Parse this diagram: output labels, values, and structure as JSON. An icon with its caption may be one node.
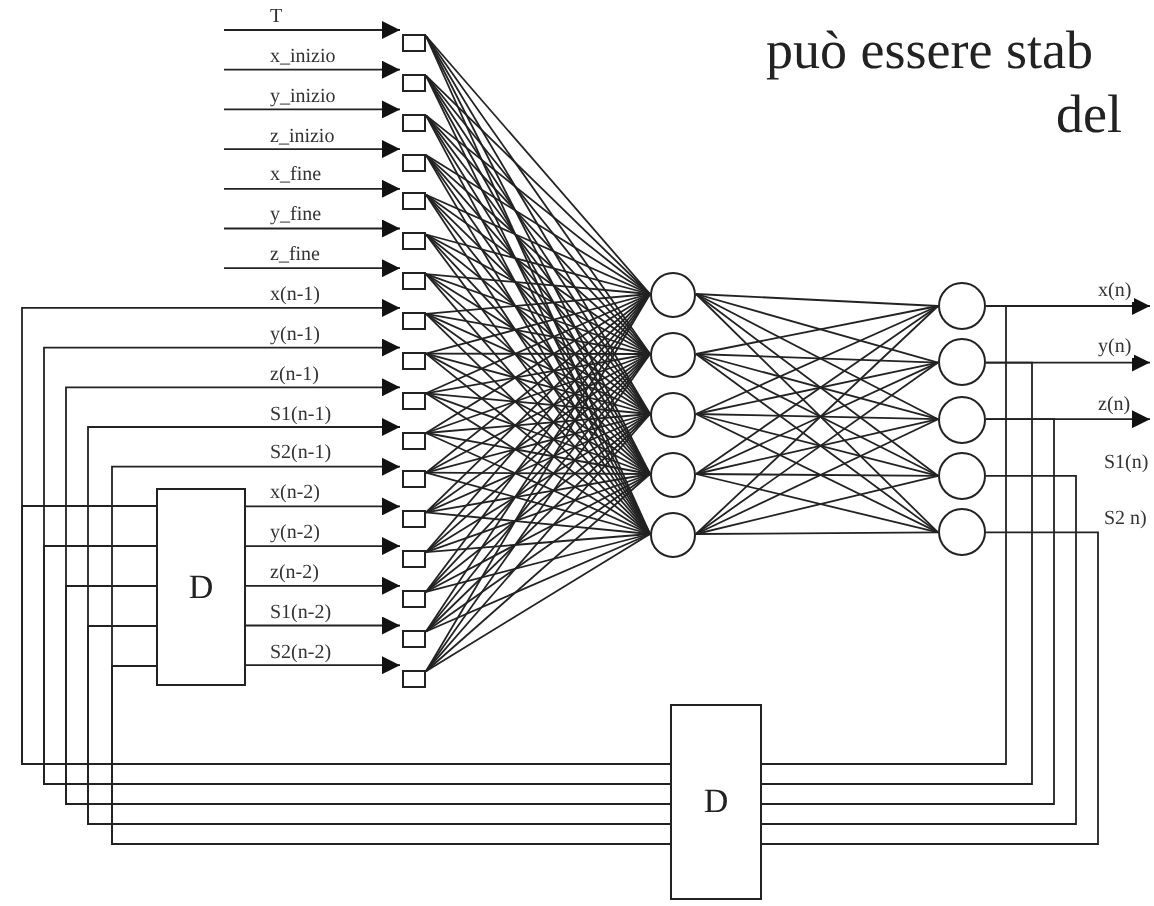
{
  "diagram": {
    "nodes": [
      {
        "text": [],
        "shape": "box"
      },
      {
        "text": [],
        "shape": "box"
      },
      {
        "text": [],
        "shape": "box"
      },
      {
        "text": [],
        "shape": "box"
      },
      {
        "text": [],
        "shape": "box"
      },
      {
        "text": [],
        "shape": "box"
      },
      {
        "text": [],
        "shape": "box"
      },
      {
        "text": [],
        "shape": "box"
      },
      {
        "text": [],
        "shape": "box"
      },
      {
        "text": [],
        "shape": "box"
      },
      {
        "text": [],
        "shape": "box"
      },
      {
        "text": [],
        "shape": "box"
      },
      {
        "text": [],
        "shape": "box"
      },
      {
        "text": [],
        "shape": "box"
      },
      {
        "text": [],
        "shape": "box"
      },
      {
        "text": [],
        "shape": "box"
      },
      {
        "text": [],
        "shape": "box"
      },
      {
        "text": [
          "D"
        ]
      },
      {
        "text": [],
        "shape": "circle"
      },
      {
        "text": [],
        "shape": "circle"
      },
      {
        "text": [],
        "shape": "circle"
      },
      {
        "text": [],
        "shape": "circle"
      },
      {
        "text": [],
        "shape": "circle"
      },
      {
        "text": [],
        "shape": "circle"
      },
      {
        "text": [],
        "shape": "circle"
      },
      {
        "text": [],
        "shape": "circle"
      },
      {
        "text": [],
        "shape": "circle"
      },
      {
        "text": [],
        "shape": "circle"
      },
      {
        "text": [
          "D"
        ]
      }
    ],
    "edges": [
      {
        "from": null,
        "to": 0,
        "arrow": "to",
        "label": "T"
      },
      {
        "from": null,
        "to": 1,
        "arrow": "to",
        "label": "x_inizio"
      },
      {
        "from": null,
        "to": 2,
        "arrow": "to",
        "label": "y_inizio"
      },
      {
        "from": null,
        "to": 3,
        "arrow": "to",
        "label": "z_inizio"
      },
      {
        "from": null,
        "to": 4,
        "arrow": "to",
        "label": "x_fine"
      },
      {
        "from": null,
        "to": 5,
        "arrow": "to",
        "label": "y_fine"
      },
      {
        "from": null,
        "to": 6,
        "arrow": "to",
        "label": "z_fine"
      },
      {
        "from": 28,
        "to": 7,
        "arrow": "to",
        "label": "x(n-1)"
      },
      {
        "from": 28,
        "to": 8,
        "arrow": "to",
        "label": "y(n-1)"
      },
      {
        "from": 28,
        "to": 9,
        "arrow": "to",
        "label": "z(n-1)"
      },
      {
        "from": 28,
        "to": 10,
        "arrow": "to",
        "label": "S1(n-1)"
      },
      {
        "from": 28,
        "to": 11,
        "arrow": "to",
        "label": "S2(n-1)"
      },
      {
        "from": 17,
        "to": 12,
        "arrow": "to",
        "label": "x(n-2)"
      },
      {
        "from": 17,
        "to": 13,
        "arrow": "to",
        "label": "y(n-2)"
      },
      {
        "from": 17,
        "to": 14,
        "arrow": "to",
        "label": "z(n-2)"
      },
      {
        "from": 17,
        "to": 15,
        "arrow": "to",
        "label": "S1(n-2)"
      },
      {
        "from": 17,
        "to": 16,
        "arrow": "to",
        "label": "S2(n-2)"
      },
      {
        "from": 28,
        "to": 17,
        "arrow": "none"
      },
      {
        "from": 28,
        "to": 17,
        "arrow": "none"
      },
      {
        "from": 28,
        "to": 17,
        "arrow": "none"
      },
      {
        "from": 28,
        "to": 17,
        "arrow": "none"
      },
      {
        "from": 28,
        "to": 17,
        "arrow": "none"
      },
      {
        "from": 23,
        "to": null,
        "arrow": "to",
        "label": "x(n)"
      },
      {
        "from": 24,
        "to": null,
        "arrow": "to",
        "label": "y(n)"
      },
      {
        "from": 25,
        "to": null,
        "arrow": "to",
        "label": "z(n)"
      },
      {
        "from": 23,
        "to": 28,
        "arrow": "none"
      },
      {
        "from": 24,
        "to": 28,
        "arrow": "none"
      },
      {
        "from": 25,
        "to": 28,
        "arrow": "none"
      },
      {
        "from": 26,
        "to": 28,
        "arrow": "none",
        "label": "S1(n)"
      },
      {
        "from": 27,
        "to": 28,
        "arrow": "none",
        "label": "S2 n)"
      },
      {
        "from": 0,
        "to": 18,
        "arrow": "none"
      },
      {
        "from": 0,
        "to": 19,
        "arrow": "none"
      },
      {
        "from": 0,
        "to": 20,
        "arrow": "none"
      },
      {
        "from": 0,
        "to": 21,
        "arrow": "none"
      },
      {
        "from": 0,
        "to": 22,
        "arrow": "none"
      },
      {
        "from": 1,
        "to": 18,
        "arrow": "none"
      },
      {
        "from": 1,
        "to": 19,
        "arrow": "none"
      },
      {
        "from": 1,
        "to": 20,
        "arrow": "none"
      },
      {
        "from": 1,
        "to": 21,
        "arrow": "none"
      },
      {
        "from": 1,
        "to": 22,
        "arrow": "none"
      },
      {
        "from": 2,
        "to": 18,
        "arrow": "none"
      },
      {
        "from": 2,
        "to": 19,
        "arrow": "none"
      },
      {
        "from": 2,
        "to": 20,
        "arrow": "none"
      },
      {
        "from": 2,
        "to": 21,
        "arrow": "none"
      },
      {
        "from": 2,
        "to": 22,
        "arrow": "none"
      },
      {
        "from": 3,
        "to": 18,
        "arrow": "none"
      },
      {
        "from": 3,
        "to": 19,
        "arrow": "none"
      },
      {
        "from": 3,
        "to": 20,
        "arrow": "none"
      },
      {
        "from": 3,
        "to": 21,
        "arrow": "none"
      },
      {
        "from": 3,
        "to": 22,
        "arrow": "none"
      },
      {
        "from": 4,
        "to": 18,
        "arrow": "none"
      },
      {
        "from": 4,
        "to": 19,
        "arrow": "none"
      },
      {
        "from": 4,
        "to": 20,
        "arrow": "none"
      },
      {
        "from": 4,
        "to": 21,
        "arrow": "none"
      },
      {
        "from": 4,
        "to": 22,
        "arrow": "none"
      },
      {
        "from": 5,
        "to": 18,
        "arrow": "none"
      },
      {
        "from": 5,
        "to": 19,
        "arrow": "none"
      },
      {
        "from": 5,
        "to": 20,
        "arrow": "none"
      },
      {
        "from": 5,
        "to": 21,
        "arrow": "none"
      },
      {
        "from": 5,
        "to": 22,
        "arrow": "none"
      },
      {
        "from": 6,
        "to": 18,
        "arrow": "none"
      },
      {
        "from": 6,
        "to": 19,
        "arrow": "none"
      },
      {
        "from": 6,
        "to": 20,
        "arrow": "none"
      },
      {
        "from": 6,
        "to": 21,
        "arrow": "none"
      },
      {
        "from": 6,
        "to": 22,
        "arrow": "none"
      },
      {
        "from": 7,
        "to": 18,
        "arrow": "none"
      },
      {
        "from": 7,
        "to": 19,
        "arrow": "none"
      },
      {
        "from": 7,
        "to": 20,
        "arrow": "none"
      },
      {
        "from": 7,
        "to": 21,
        "arrow": "none"
      },
      {
        "from": 7,
        "to": 22,
        "arrow": "none"
      },
      {
        "from": 8,
        "to": 18,
        "arrow": "none"
      },
      {
        "from": 8,
        "to": 19,
        "arrow": "none"
      },
      {
        "from": 8,
        "to": 20,
        "arrow": "none"
      },
      {
        "from": 8,
        "to": 21,
        "arrow": "none"
      },
      {
        "from": 8,
        "to": 22,
        "arrow": "none"
      },
      {
        "from": 9,
        "to": 18,
        "arrow": "none"
      },
      {
        "from": 9,
        "to": 19,
        "arrow": "none"
      },
      {
        "from": 9,
        "to": 20,
        "arrow": "none"
      },
      {
        "from": 9,
        "to": 21,
        "arrow": "none"
      },
      {
        "from": 9,
        "to": 22,
        "arrow": "none"
      },
      {
        "from": 10,
        "to": 18,
        "arrow": "none"
      },
      {
        "from": 10,
        "to": 19,
        "arrow": "none"
      },
      {
        "from": 10,
        "to": 20,
        "arrow": "none"
      },
      {
        "from": 10,
        "to": 21,
        "arrow": "none"
      },
      {
        "from": 10,
        "to": 22,
        "arrow": "none"
      },
      {
        "from": 11,
        "to": 18,
        "arrow": "none"
      },
      {
        "from": 11,
        "to": 19,
        "arrow": "none"
      },
      {
        "from": 11,
        "to": 20,
        "arrow": "none"
      },
      {
        "from": 11,
        "to": 21,
        "arrow": "none"
      },
      {
        "from": 11,
        "to": 22,
        "arrow": "none"
      },
      {
        "from": 12,
        "to": 18,
        "arrow": "none"
      },
      {
        "from": 12,
        "to": 19,
        "arrow": "none"
      },
      {
        "from": 12,
        "to": 20,
        "arrow": "none"
      },
      {
        "from": 12,
        "to": 21,
        "arrow": "none"
      },
      {
        "from": 12,
        "to": 22,
        "arrow": "none"
      },
      {
        "from": 13,
        "to": 18,
        "arrow": "none"
      },
      {
        "from": 13,
        "to": 19,
        "arrow": "none"
      },
      {
        "from": 13,
        "to": 20,
        "arrow": "none"
      },
      {
        "from": 13,
        "to": 21,
        "arrow": "none"
      },
      {
        "from": 13,
        "to": 22,
        "arrow": "none"
      },
      {
        "from": 14,
        "to": 18,
        "arrow": "none"
      },
      {
        "from": 14,
        "to": 19,
        "arrow": "none"
      },
      {
        "from": 14,
        "to": 20,
        "arrow": "none"
      },
      {
        "from": 14,
        "to": 21,
        "arrow": "none"
      },
      {
        "from": 14,
        "to": 22,
        "arrow": "none"
      },
      {
        "from": 15,
        "to": 18,
        "arrow": "none"
      },
      {
        "from": 15,
        "to": 19,
        "arrow": "none"
      },
      {
        "from": 15,
        "to": 20,
        "arrow": "none"
      },
      {
        "from": 15,
        "to": 21,
        "arrow": "none"
      },
      {
        "from": 15,
        "to": 22,
        "arrow": "none"
      },
      {
        "from": 16,
        "to": 18,
        "arrow": "none"
      },
      {
        "from": 16,
        "to": 19,
        "arrow": "none"
      },
      {
        "from": 16,
        "to": 20,
        "arrow": "none"
      },
      {
        "from": 16,
        "to": 21,
        "arrow": "none"
      },
      {
        "from": 16,
        "to": 22,
        "arrow": "none"
      },
      {
        "from": 18,
        "to": 23,
        "arrow": "none"
      },
      {
        "from": 18,
        "to": 24,
        "arrow": "none"
      },
      {
        "from": 18,
        "to": 25,
        "arrow": "none"
      },
      {
        "from": 18,
        "to": 26,
        "arrow": "none"
      },
      {
        "from": 18,
        "to": 27,
        "arrow": "none"
      },
      {
        "from": 19,
        "to": 23,
        "arrow": "none"
      },
      {
        "from": 19,
        "to": 24,
        "arrow": "none"
      },
      {
        "from": 19,
        "to": 25,
        "arrow": "none"
      },
      {
        "from": 19,
        "to": 26,
        "arrow": "none"
      },
      {
        "from": 19,
        "to": 27,
        "arrow": "none"
      },
      {
        "from": 20,
        "to": 23,
        "arrow": "none"
      },
      {
        "from": 20,
        "to": 24,
        "arrow": "none"
      },
      {
        "from": 20,
        "to": 25,
        "arrow": "none"
      },
      {
        "from": 20,
        "to": 26,
        "arrow": "none"
      },
      {
        "from": 20,
        "to": 27,
        "arrow": "none"
      },
      {
        "from": 21,
        "to": 23,
        "arrow": "none"
      },
      {
        "from": 21,
        "to": 24,
        "arrow": "none"
      },
      {
        "from": 21,
        "to": 25,
        "arrow": "none"
      },
      {
        "from": 21,
        "to": 26,
        "arrow": "none"
      },
      {
        "from": 21,
        "to": 27,
        "arrow": "none"
      },
      {
        "from": 22,
        "to": 23,
        "arrow": "none"
      },
      {
        "from": 22,
        "to": 24,
        "arrow": "none"
      },
      {
        "from": 22,
        "to": 25,
        "arrow": "none"
      },
      {
        "from": 22,
        "to": 26,
        "arrow": "none"
      },
      {
        "from": 22,
        "to": 27,
        "arrow": "none"
      }
    ],
    "labels": [
      "può essere stab",
      "del"
    ]
  }
}
